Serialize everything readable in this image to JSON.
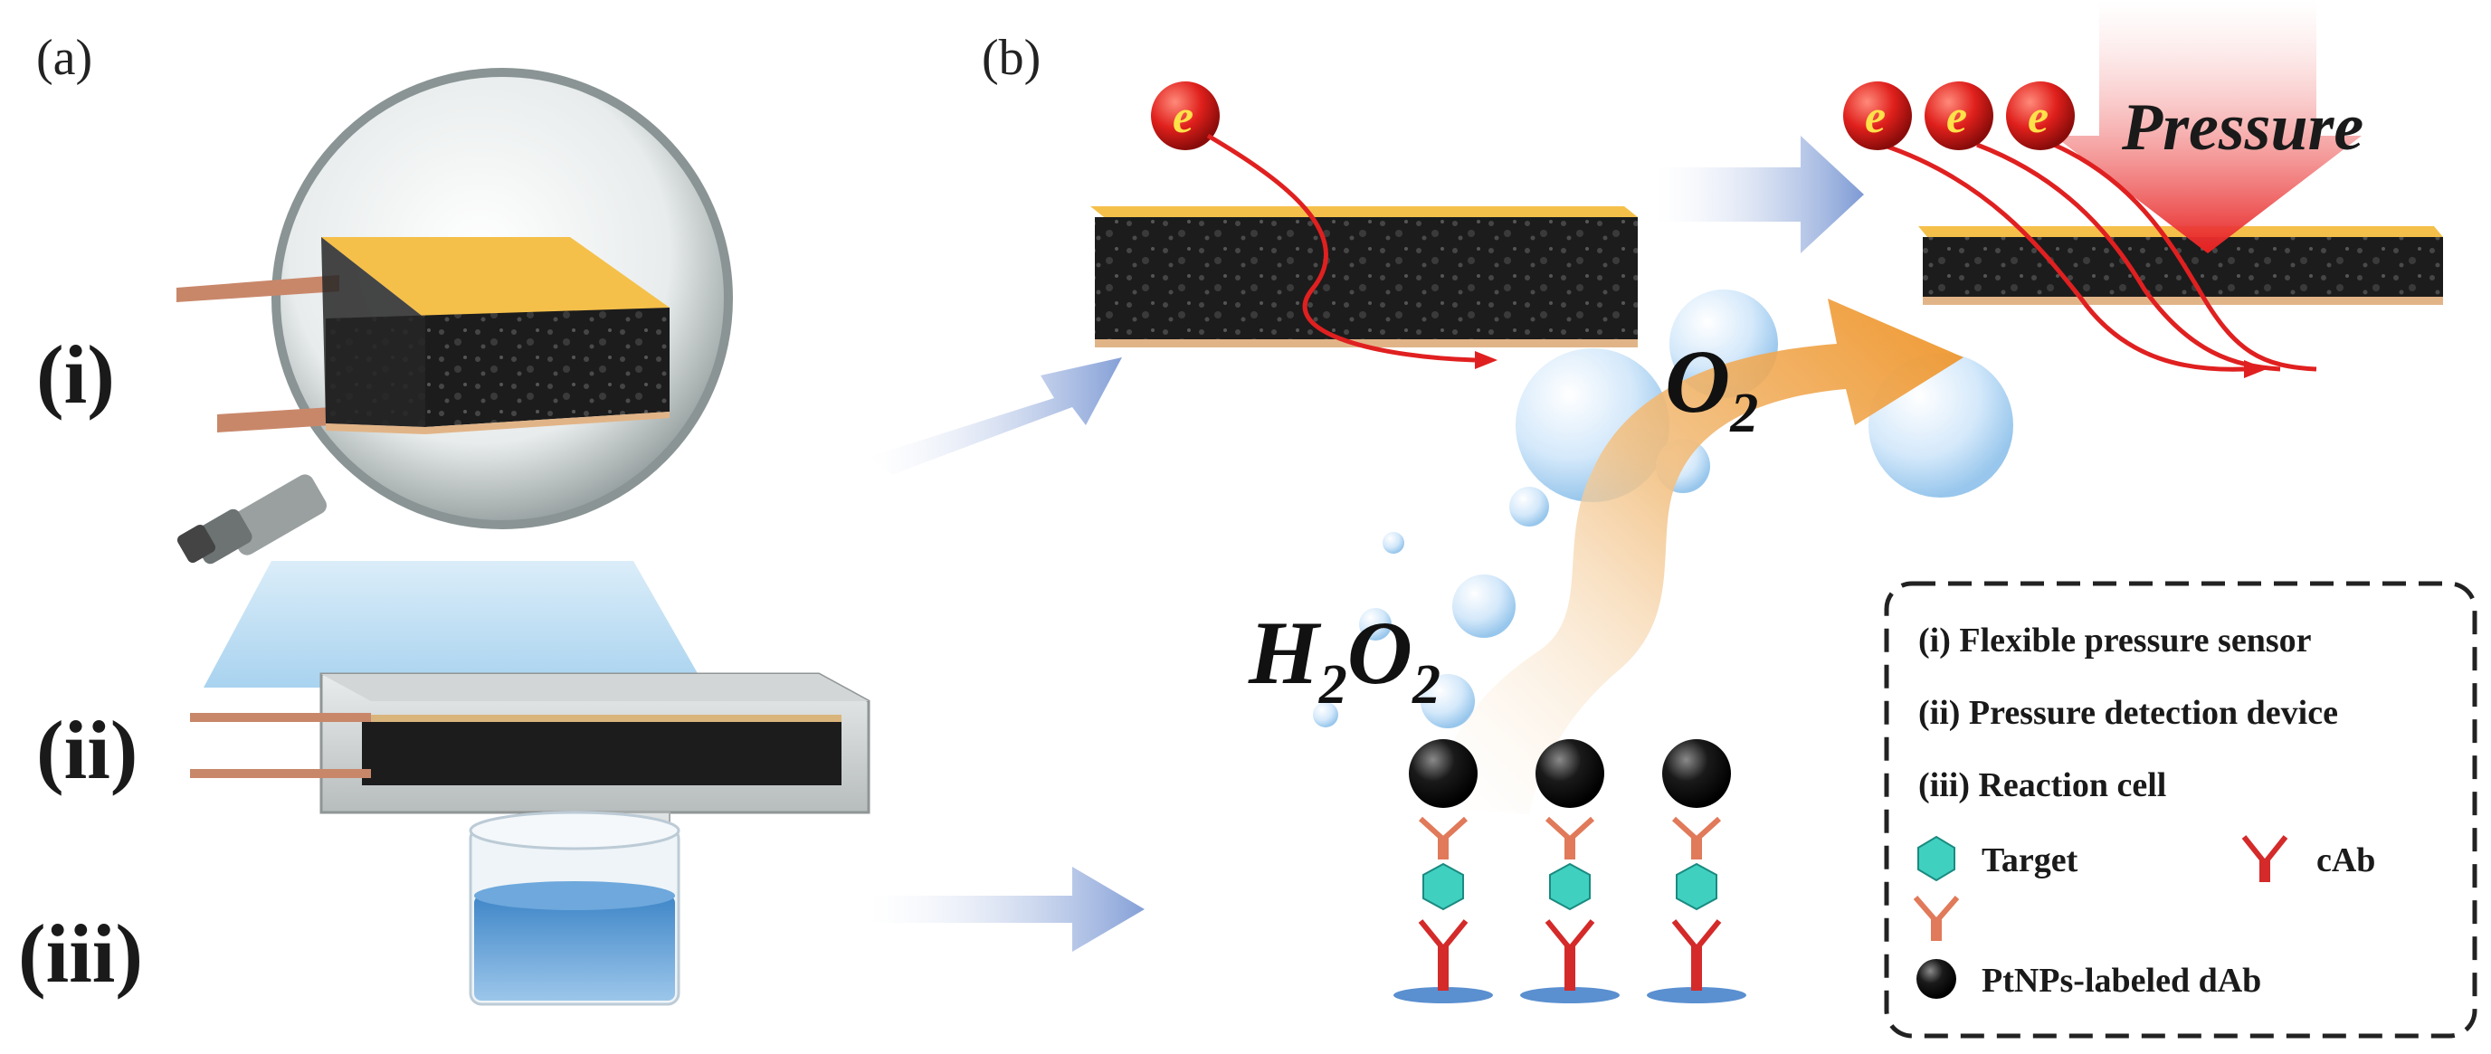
{
  "panels": {
    "a_label": "(a)",
    "b_label": "(b)"
  },
  "device_labels": {
    "i": "(i)",
    "ii": "(ii)",
    "iii": "(iii)"
  },
  "diagram_text": {
    "electron": "e",
    "pressure": "Pressure",
    "o2_main": "O",
    "o2_sub": "2",
    "h2o2_h": "H",
    "h2o2_sub1": "2",
    "h2o2_o": "O",
    "h2o2_sub2": "2"
  },
  "legend": {
    "item_i": "(i) Flexible pressure sensor",
    "item_ii": "(ii) Pressure detection device",
    "item_iii": "(iii) Reaction cell",
    "target": "Target",
    "cab": "cAb",
    "dab": "PtNPs-labeled dAb"
  },
  "colors": {
    "gold_layer": "#f5c04a",
    "foam": "#1c1c1c",
    "electron": "#e0201c",
    "arrow_red": "#e02020",
    "arrow_blue": "#7f9fd6",
    "o2_arrow": "#f0a030",
    "liquid": "#3d85c6",
    "target": "#40d0c0",
    "antibody": "#d42a2a"
  }
}
